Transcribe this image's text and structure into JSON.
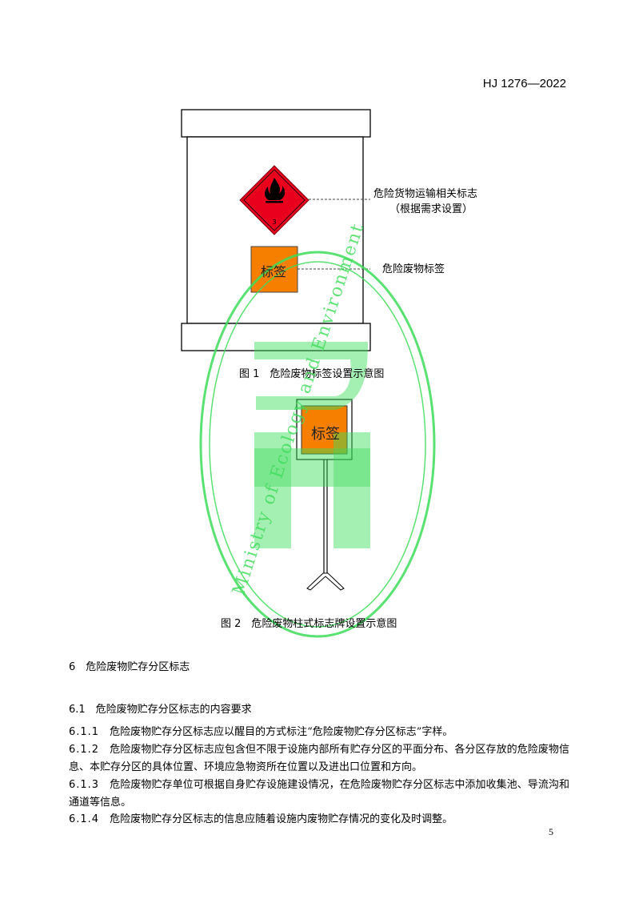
{
  "header": {
    "doc_code": "HJ 1276—2022"
  },
  "figure1": {
    "diamond_number": "3",
    "label_box": "标签",
    "callout_transport": [
      "危险货物运输相关标志",
      "（根据需求设置）"
    ],
    "callout_label": "危险废物标签",
    "caption": "图 1　危险废物标签设置示意图"
  },
  "figure2": {
    "sign_text": "标签",
    "caption": "图 2　危险废物柱式标志牌设置示意图"
  },
  "watermark": {
    "text": "Ministry of Ecology and Environment"
  },
  "section6": {
    "title": "6　危险废物贮存分区标志"
  },
  "section6_1": {
    "title": "6.1　危险废物贮存分区标志的内容要求"
  },
  "clauses": [
    {
      "num": "6.1.1",
      "text": "危险废物贮存分区标志应以醒目的方式标注“危险废物贮存分区标志”字样。"
    },
    {
      "num": "6.1.2",
      "text": "危险废物贮存分区标志应包含但不限于设施内部所有贮存分区的平面分布、各分区存放的危险废物信息、本贮存分区的具体位置、环境应急物资所在位置以及进出口位置和方向。"
    },
    {
      "num": "6.1.3",
      "text": "危险废物贮存单位可根据自身贮存设施建设情况，在危险废物贮存分区标志中添加收集池、导流沟和通道等信息。"
    },
    {
      "num": "6.1.4",
      "text": "危险废物贮存分区标志的信息应随着设施内废物贮存情况的变化及时调整。"
    }
  ],
  "page": {
    "number": "5"
  },
  "colors": {
    "label_orange": "#f77f00",
    "hazard_red": "#e8001c",
    "watermark_green": "#3ddc5a"
  }
}
